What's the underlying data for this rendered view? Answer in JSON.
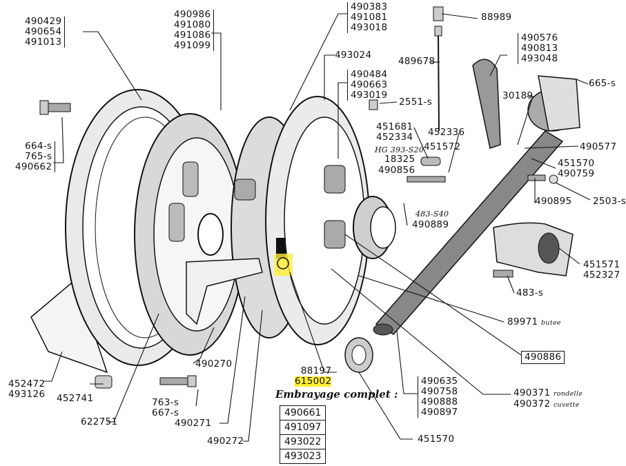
{
  "diagram": {
    "title": "Embrayage complet :",
    "complete_assembly_refs": [
      "490661",
      "491097",
      "493022",
      "493023"
    ],
    "highlight_color": "#ffee33",
    "callouts": [
      {
        "id": "flywheel-cover",
        "refs": [
          "490429",
          "490654",
          "491013"
        ]
      },
      {
        "id": "clutch-disc",
        "refs": [
          "490986",
          "491080",
          "491086",
          "491099"
        ]
      },
      {
        "id": "pressure-plate",
        "refs": [
          "490383",
          "491081",
          "493018"
        ]
      },
      {
        "id": "cover-plate",
        "refs": [
          "493024"
        ]
      },
      {
        "id": "springs",
        "refs": [
          "490484",
          "490663",
          "493019"
        ]
      },
      {
        "id": "nut-2551",
        "refs": [
          "2551-s"
        ]
      },
      {
        "id": "cable-head",
        "refs": [
          "88989"
        ]
      },
      {
        "id": "cable",
        "refs": [
          "489678"
        ]
      },
      {
        "id": "fork-lever",
        "refs": [
          "490576",
          "490813",
          "493048"
        ]
      },
      {
        "id": "bolt-665",
        "refs": [
          "665-s"
        ]
      },
      {
        "id": "pin-30189",
        "refs": [
          "30189"
        ]
      },
      {
        "id": "spring-451681",
        "refs": [
          "451681",
          "452334"
        ]
      },
      {
        "id": "bracket-452336",
        "refs": [
          "452336"
        ]
      },
      {
        "id": "spring-451572",
        "refs": [
          "451572"
        ]
      },
      {
        "id": "bolt-393",
        "refs": [
          "HG 393-S20"
        ]
      },
      {
        "id": "washer-18325",
        "refs": [
          "18325"
        ]
      },
      {
        "id": "clip-490856",
        "refs": [
          "490856"
        ]
      },
      {
        "id": "bush-490577",
        "refs": [
          "490577"
        ]
      },
      {
        "id": "ring-451570",
        "refs": [
          "451570",
          "490759"
        ]
      },
      {
        "id": "stud-490895",
        "refs": [
          "490895"
        ]
      },
      {
        "id": "nut-2503",
        "refs": [
          "2503-s"
        ]
      },
      {
        "id": "screw-483-s40",
        "refs": [
          "483-S40"
        ]
      },
      {
        "id": "bracket-490889",
        "refs": [
          "490889"
        ]
      },
      {
        "id": "bolts-flywheel",
        "refs": [
          "664-s",
          "765-s",
          "490662"
        ]
      },
      {
        "id": "housing",
        "refs": [
          "451571",
          "452327"
        ]
      },
      {
        "id": "screw-483",
        "refs": [
          "483-s"
        ]
      },
      {
        "id": "bearing",
        "refs": [
          "89971"
        ],
        "note": "butee"
      },
      {
        "id": "shaft-boxed",
        "refs": [
          "490886"
        ]
      },
      {
        "id": "washer-cup",
        "refs": [
          "490371",
          "490372"
        ],
        "notes": [
          "rondelle",
          "cuvette"
        ]
      },
      {
        "id": "shaft-parts",
        "refs": [
          "490635",
          "490758",
          "490888",
          "490897"
        ]
      },
      {
        "id": "bush-451570",
        "refs": [
          "451570"
        ]
      },
      {
        "id": "plug-highlighted",
        "refs": [
          "88197",
          "615002"
        ],
        "highlighted": "615002"
      },
      {
        "id": "lever-490270",
        "refs": [
          "490270"
        ]
      },
      {
        "id": "plate-452472",
        "refs": [
          "452472",
          "493126"
        ]
      },
      {
        "id": "spacer-452741",
        "refs": [
          "452741"
        ]
      },
      {
        "id": "bolt-763",
        "refs": [
          "763-s",
          "667-s"
        ]
      },
      {
        "id": "pin-622751",
        "refs": [
          "622751"
        ]
      },
      {
        "id": "pin-490271",
        "refs": [
          "490271"
        ]
      },
      {
        "id": "spring-490272",
        "refs": [
          "490272"
        ]
      }
    ]
  }
}
